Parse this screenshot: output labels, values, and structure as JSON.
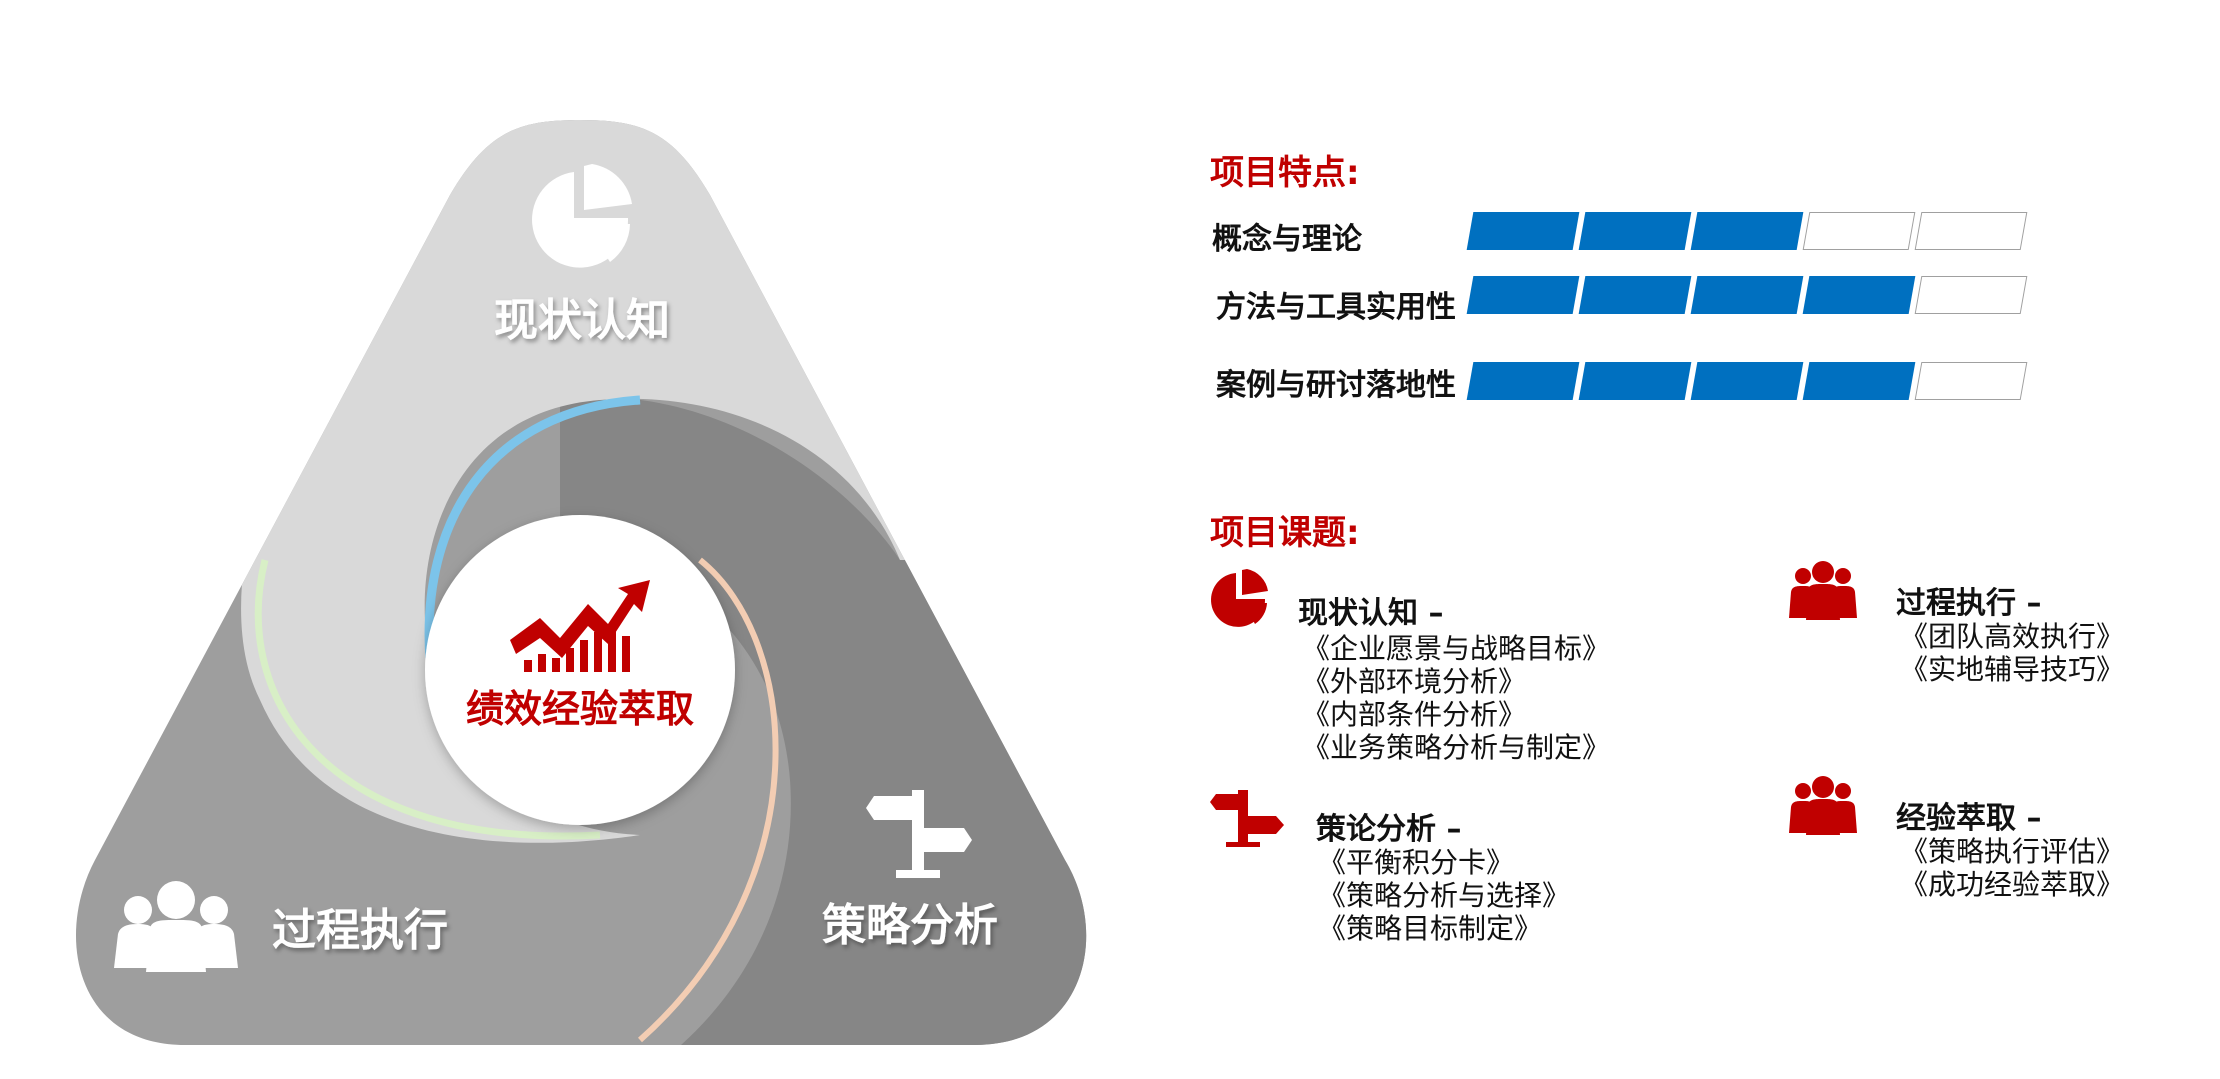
{
  "colors": {
    "accent_red": "#c00000",
    "bar_blue": "#0070c0",
    "petal_light": "#d9d9d9",
    "petal_mid": "#9e9e9e",
    "petal_dark": "#858585"
  },
  "diagram": {
    "center_title": "绩效经验萃取",
    "center_icon": "rising-chart-icon",
    "segments": [
      {
        "label": "现状认知",
        "icon": "pie-chart-icon"
      },
      {
        "label": "过程执行",
        "icon": "team-icon"
      },
      {
        "label": "策略分析",
        "icon": "signpost-icon"
      }
    ]
  },
  "features": {
    "heading": "项目特点:",
    "items": [
      {
        "label": "概念与理论",
        "filled": 3,
        "total": 5
      },
      {
        "label": "方法与工具实用性",
        "filled": 4,
        "total": 5
      },
      {
        "label": "案例与研讨落地性",
        "filled": 4,
        "total": 5
      }
    ]
  },
  "topics": {
    "heading": "项目课题:",
    "groups": [
      {
        "title": "现状认知 –",
        "icon": "pie-chart-icon",
        "items": [
          "《企业愿景与战略目标》",
          "《外部环境分析》",
          "《内部条件分析》",
          "《业务策略分析与制定》"
        ]
      },
      {
        "title": "策论分析 –",
        "icon": "signpost-icon",
        "items": [
          "《平衡积分卡》",
          "《策略分析与选择》",
          "《策略目标制定》"
        ]
      },
      {
        "title": "过程执行 –",
        "icon": "team-icon",
        "items": [
          "《团队高效执行》",
          "《实地辅导技巧》"
        ]
      },
      {
        "title": "经验萃取 –",
        "icon": "team-icon",
        "items": [
          "《策略执行评估》",
          "《成功经验萃取》"
        ]
      }
    ]
  }
}
